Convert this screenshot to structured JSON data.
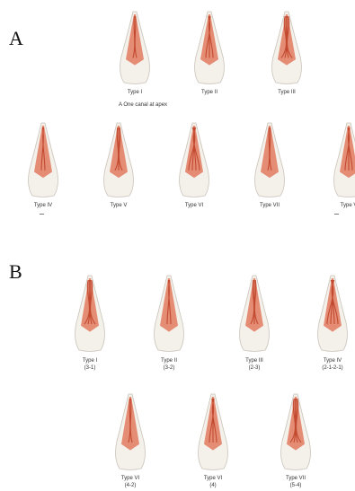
{
  "panels": {
    "a": {
      "letter": "A",
      "subtitle": "A One canal at apex",
      "types": [
        {
          "label": "Type I"
        },
        {
          "label": "Type II"
        },
        {
          "label": "Type III"
        },
        {
          "label": "Type IV"
        },
        {
          "label": "Type V"
        },
        {
          "label": "Type VI"
        },
        {
          "label": "Type VII"
        },
        {
          "label": "Type V"
        }
      ]
    },
    "b": {
      "letter": "B",
      "types": [
        {
          "label": "Type I",
          "code": "(3-1)"
        },
        {
          "label": "Type II",
          "code": "(3-2)"
        },
        {
          "label": "Type III",
          "code": "(2-3)"
        },
        {
          "label": "Type IV",
          "code": "(2-1-2-1)"
        },
        {
          "label": "Type VI",
          "code": "(4-2)"
        },
        {
          "label": "Type VI",
          "code": "(4)"
        },
        {
          "label": "Type VII",
          "code": "(5-4)"
        }
      ]
    }
  },
  "colors": {
    "pulp": "#e07a5f",
    "canal": "#c24a30",
    "enamel": "#f4f0ea",
    "outline": "#c9c3ba"
  }
}
